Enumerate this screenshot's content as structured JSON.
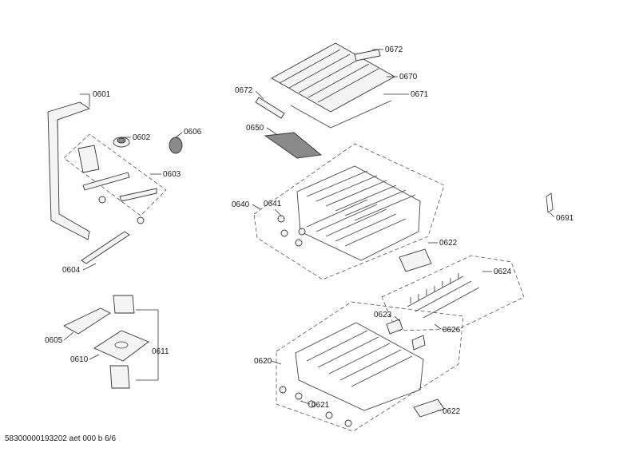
{
  "labels": [
    {
      "id": "p0601",
      "text": "0601"
    },
    {
      "id": "p0602",
      "text": "0602"
    },
    {
      "id": "p0606",
      "text": "0606"
    },
    {
      "id": "p0603",
      "text": "0603"
    },
    {
      "id": "p0604",
      "text": "0604"
    },
    {
      "id": "p0605",
      "text": "0605"
    },
    {
      "id": "p0610",
      "text": "0610"
    },
    {
      "id": "p0611",
      "text": "0611"
    },
    {
      "id": "p0672a",
      "text": "0672"
    },
    {
      "id": "p0670",
      "text": "0670"
    },
    {
      "id": "p0672b",
      "text": "0672"
    },
    {
      "id": "p0671",
      "text": "0671"
    },
    {
      "id": "p0650",
      "text": "0650"
    },
    {
      "id": "p0640",
      "text": "0640"
    },
    {
      "id": "p0641",
      "text": "0641"
    },
    {
      "id": "p0622a",
      "text": "0622"
    },
    {
      "id": "p0624",
      "text": "0624"
    },
    {
      "id": "p0691",
      "text": "0691"
    },
    {
      "id": "p0623",
      "text": "0623"
    },
    {
      "id": "p0626",
      "text": "0626"
    },
    {
      "id": "p0620",
      "text": "0620"
    },
    {
      "id": "p0621",
      "text": "0621"
    },
    {
      "id": "p0622b",
      "text": "0622"
    }
  ],
  "footer": "58300000193202 aet 000 b 6/6"
}
